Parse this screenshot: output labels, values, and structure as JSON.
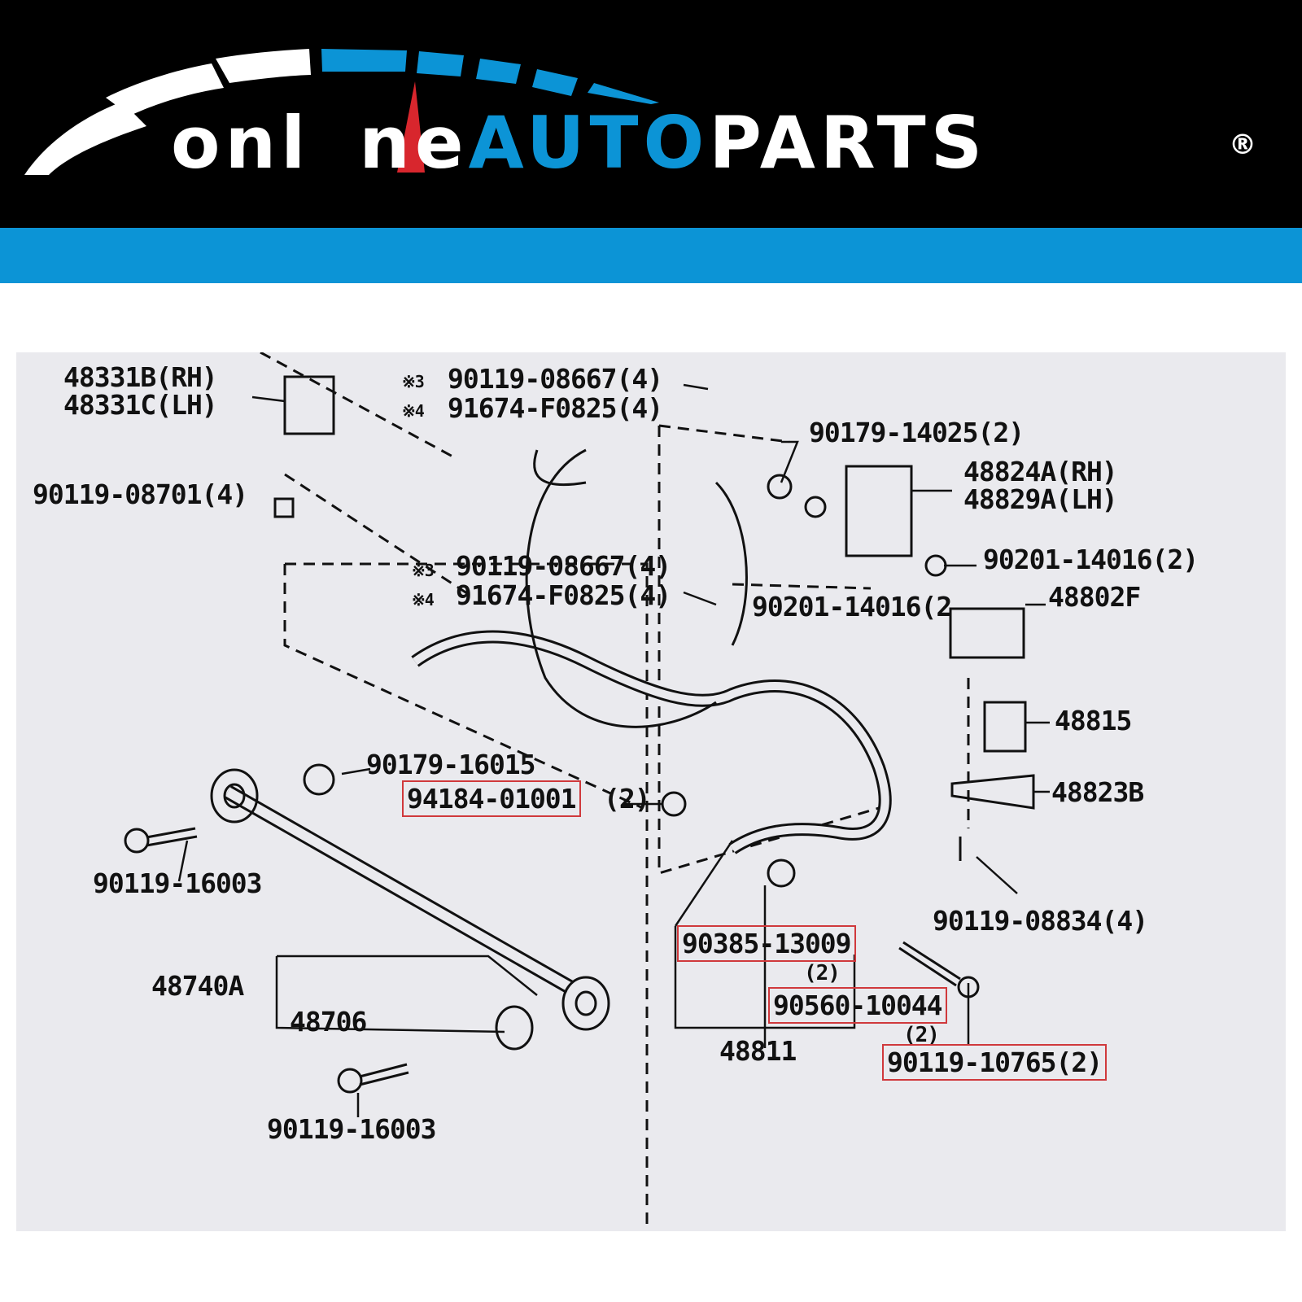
{
  "brand": {
    "part1": "onl",
    "part2": "ne",
    "part3": "auto",
    "part4": "parts",
    "registered": "®",
    "colors": {
      "white": "#ffffff",
      "blue": "#0c94d6",
      "red": "#d8262d",
      "black": "#000000"
    }
  },
  "diagram": {
    "labels": {
      "p48331b": "48331B(RH)",
      "p48331c": "48331C(LH)",
      "p90119_08701": "90119-08701(4)",
      "n3a": "※3",
      "p90119_08667a": "90119-08667(4)",
      "n4a": "※4",
      "p91674_f0825a": "91674-F0825(4)",
      "p90179_14025": "90179-14025(2)",
      "p48824a": "48824A(RH)",
      "p48829a": "48829A(LH)",
      "n3b": "※3",
      "p90119_08667b": "90119-08667(4)",
      "n4b": "※4",
      "p91674_f0825b": "91674-F0825(4)",
      "p90201_14016a": "90201-14016(2)",
      "p90201_14016b": "90201-14016(2",
      "p48802f": "48802F",
      "p48815": "48815",
      "p90179_16015": "90179-16015",
      "p94184_01001": "94184-01001",
      "q94184": "(2)",
      "p48823b": "48823B",
      "p90119_16003a": "90119-16003",
      "p90119_08834": "90119-08834(4)",
      "p90385_13009": "90385-13009",
      "q90385": "(2)",
      "p48740a": "48740A",
      "p90560_10044": "90560-10044",
      "q90560": "(2)",
      "p48706": "48706",
      "p48811": "48811",
      "p90119_10765": "90119-10765(2)",
      "p90119_16003b": "90119-16003"
    },
    "highlight_color": "#d0393c"
  }
}
